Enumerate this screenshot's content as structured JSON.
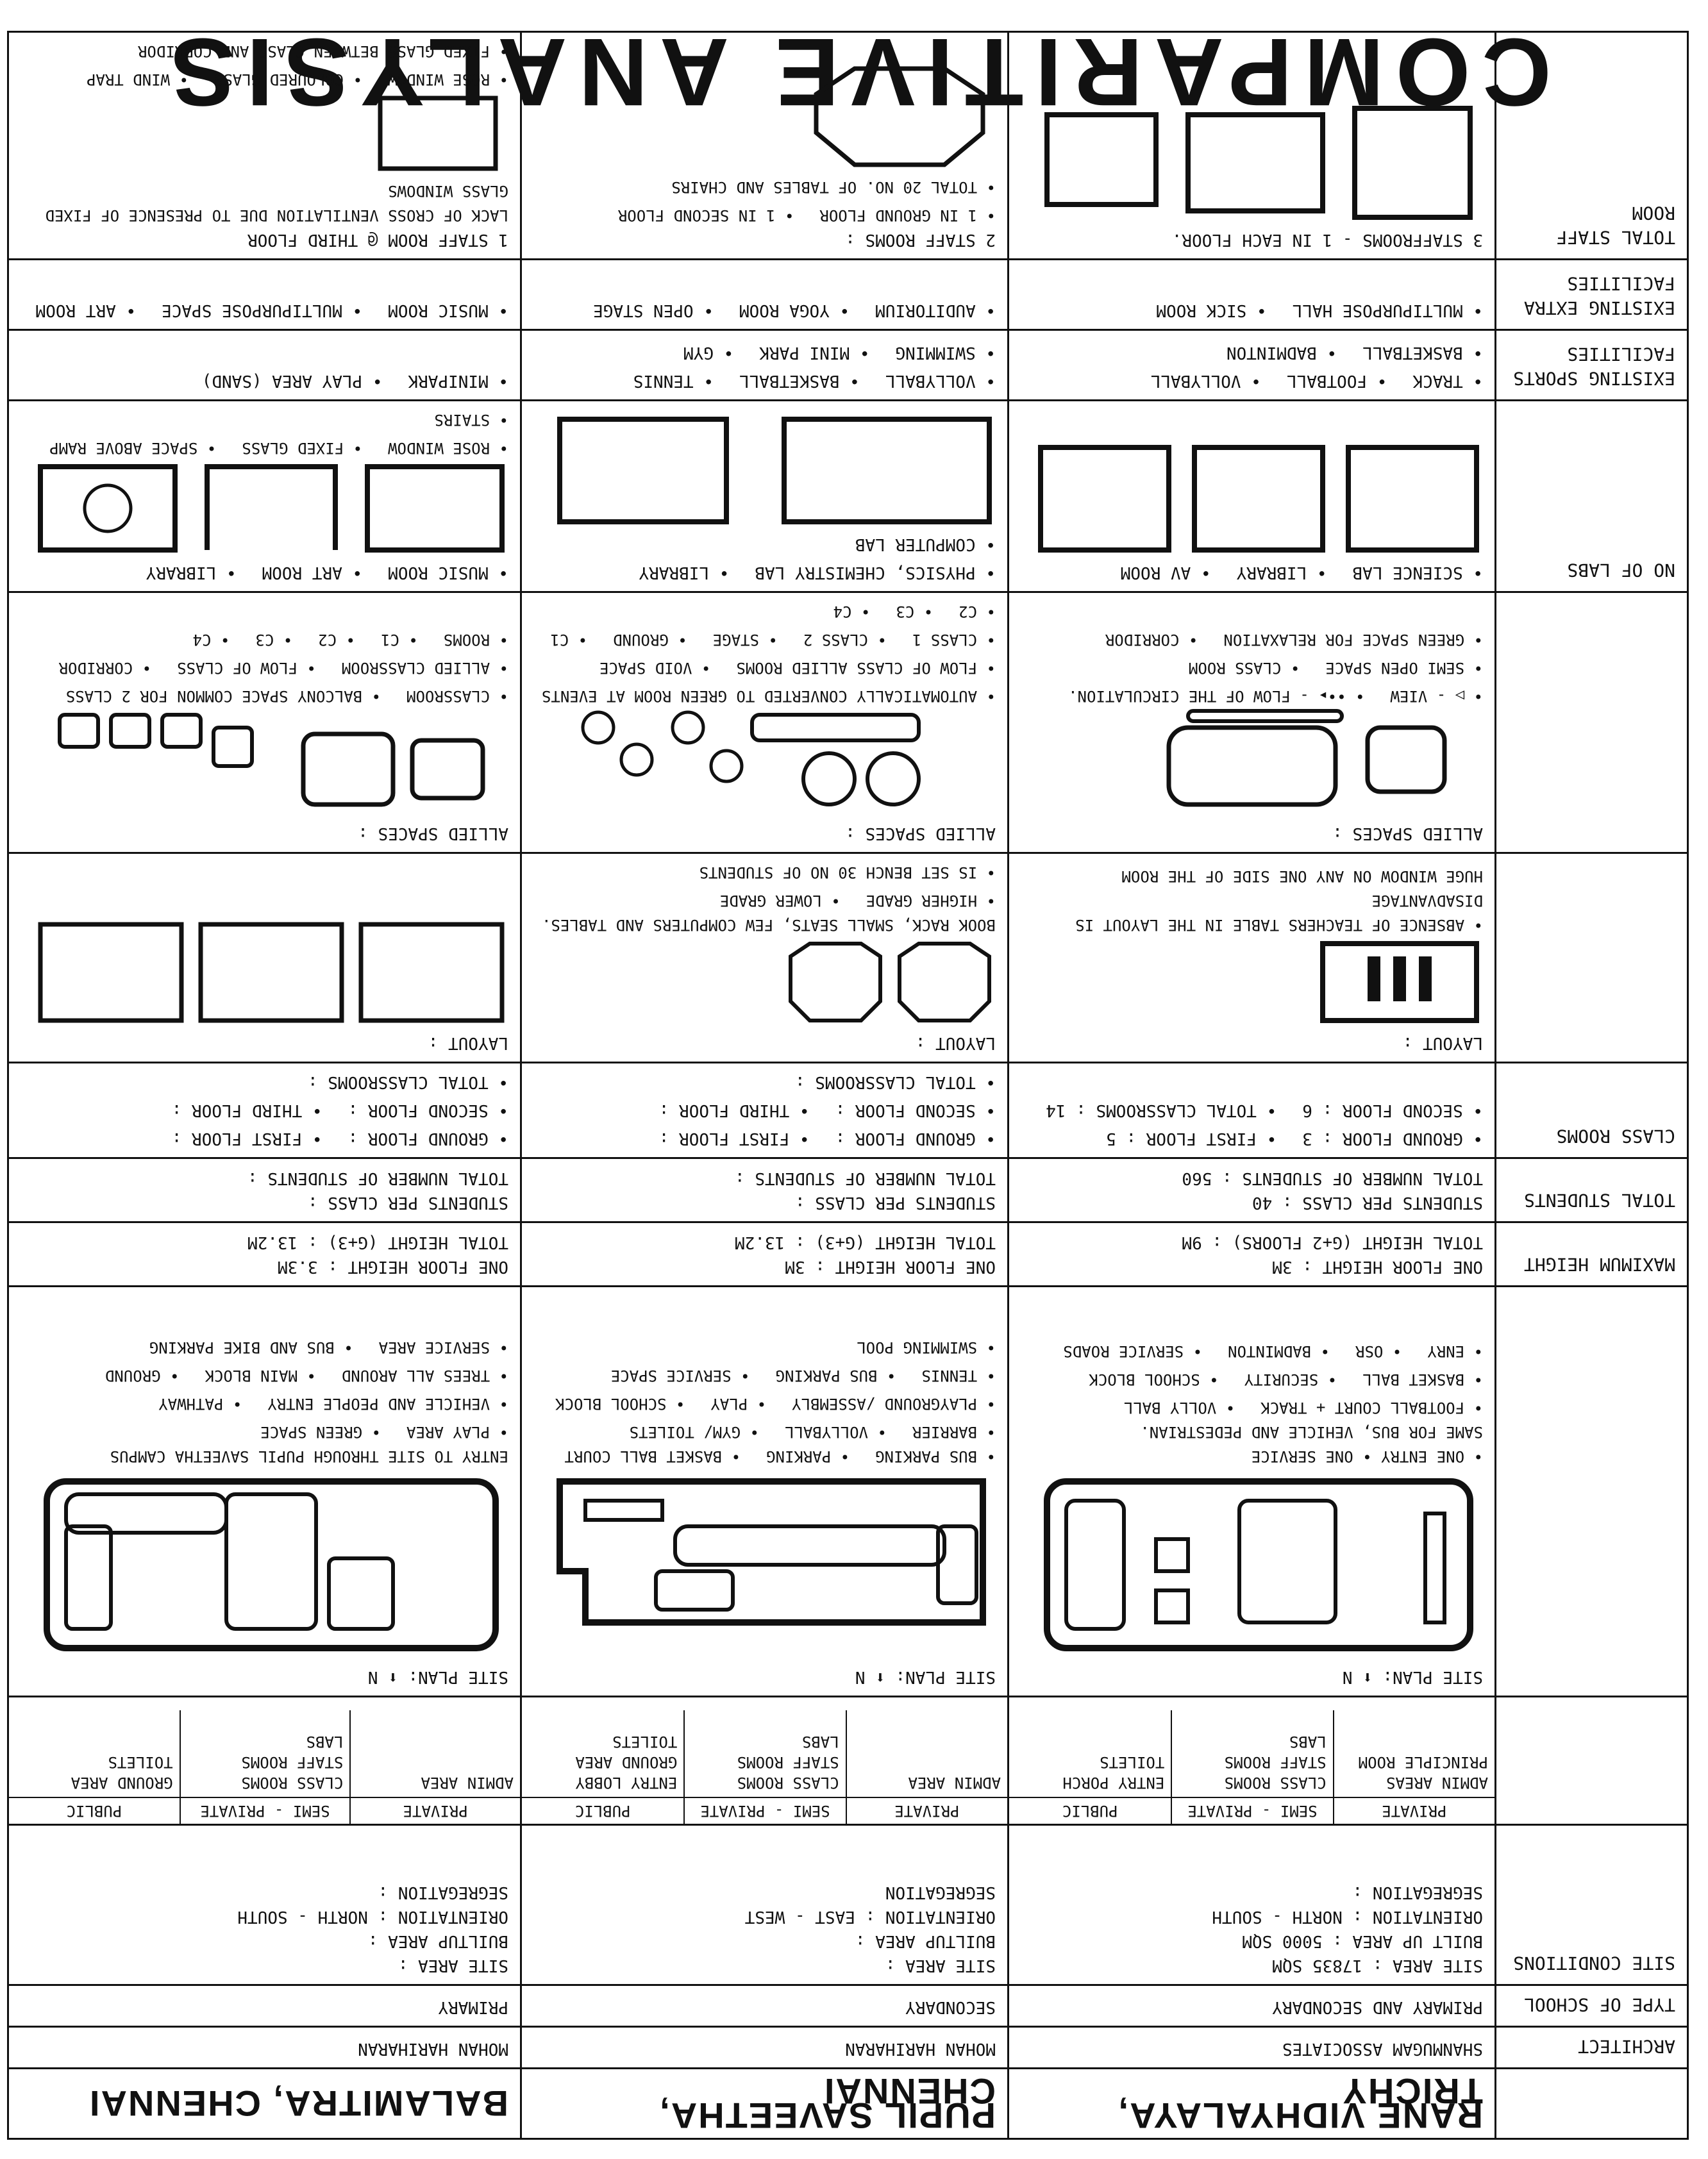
{
  "title": "COMPARITIVE ANALYSIS",
  "schools": [
    "RANE VIDHYALAYA, TRICHY",
    "PUPIL SAVEETHA, CHENNAI",
    "BALAMITRA, CHENNAI"
  ],
  "architect": {
    "label": "ARCHITECT",
    "values": [
      "SHANMUGAM ASSOCIATES",
      "MOHAN HARIHARAN",
      "MOHAN HARIHARAN"
    ]
  },
  "type_of_school": {
    "label": "TYPE OF SCHOOL",
    "values": [
      "PRIMARY AND SECONDARY",
      "SECONDARY",
      "PRIMARY"
    ]
  },
  "site_conditions": {
    "label": "SITE CONDITIONS",
    "cols": [
      [
        "SITE AREA : 17835 SQM",
        "BUILT UP AREA : 5000 SQM",
        "ORIENTATION : NORTH - SOUTH",
        "SEGREGATION :"
      ],
      [
        "SITE AREA :",
        "BUILTUP AREA :",
        "ORIENTATION : EAST - WEST",
        "SEGREGATION"
      ],
      [
        "SITE AREA :",
        "BUILTUP AREA :",
        "ORIENTATION : NORTH - SOUTH",
        "SEGREGATION :"
      ]
    ]
  },
  "segregation": {
    "headers": [
      "PRIVATE",
      "SEMI - PRIVATE",
      "PUBLIC"
    ],
    "cols": [
      [
        [
          "ADMIN AREAS",
          "PRINCIPLE ROOM"
        ],
        [
          "CLASS ROOMS",
          "STAFF ROOMS",
          "LABS"
        ],
        [
          "ENTRY PORCH",
          "TOILETS"
        ]
      ],
      [
        [
          "ADMIN AREA"
        ],
        [
          "CLASS ROOMS",
          "STAFF ROOMS",
          "LABS"
        ],
        [
          "ENTRY LOBBY",
          "GROUND AREA",
          "TOILETS"
        ]
      ],
      [
        [
          "ADMIN AREA"
        ],
        [
          "CLASS ROOMS",
          "STAFF ROOMS",
          "LABS"
        ],
        [
          "GROUND AREA",
          "TOILETS"
        ]
      ]
    ],
    "col3_headers": [
      "PRIVATE",
      "SEMI - PRIVATE",
      "PUBLIC"
    ]
  },
  "site_plan": {
    "label": "SITE PLAN:",
    "north": "N",
    "cols": [
      {
        "notes": [
          "SAME FOR BUS, VEHICLE AND PEDESTRIAN.",
          "• ONE ENTRY • ONE SERVICE"
        ],
        "labels": [
          "FOOTBALL COURT + TRACK",
          "VOLLY BALL",
          "BASKET BALL",
          "SECURITY",
          "SCHOOL BLOCK",
          "ENRY",
          "OSR",
          "BADMINTON",
          "SERVICE ROADS"
        ]
      },
      {
        "notes": [
          "BUS PARKING",
          "PARKING",
          "BASKET BALL COURT"
        ],
        "labels": [
          "BARRIER",
          "VOLLYBALL",
          "GYM/ TOILETS",
          "PLAYGROUND /ASSEMBLY",
          "PLAY",
          "SCHOOL BLOCK",
          "TENNIS",
          "BUS PARKING",
          "SERVICE SPACE",
          "SWIMMING POOL"
        ]
      },
      {
        "notes": [
          "ENTRY TO SITE THROUGH PUPIL SAVEETHA CAMPUS"
        ],
        "labels": [
          "PLAY AREA",
          "GREEN SPACE",
          "VEHICLE AND PEOPLE ENTRY",
          "PATHWAY",
          "TREES ALL AROUND",
          "MAIN BLOCK",
          "GROUND",
          "SERVICE AREA",
          "BUS AND BIKE PARKING"
        ]
      }
    ]
  },
  "maximum_height": {
    "label": "MAXIMUM HEIGHT",
    "cols": [
      [
        "ONE FLOOR HEIGHT : 3M",
        "TOTAL HEIGHT (G+2 FLOORS) : 9M"
      ],
      [
        "ONE FLOOR HEIGHT : 3M",
        "TOTAL HEIGHT (G+3) : 13.2M"
      ],
      [
        "ONE FLOOR HEIGHT : 3.3M",
        "TOTAL HEIGHT (G+3) : 13.2M"
      ]
    ]
  },
  "total_students": {
    "label": "TOTAL STUDENTS",
    "cols": [
      [
        "STUDENTS PER CLASS : 40",
        "TOTAL NUMBER OF STUDENTS : 560"
      ],
      [
        "STUDENTS PER CLASS :",
        "TOTAL NUMBER OF STUDENTS :"
      ],
      [
        "STUDENTS PER CLASS :",
        "TOTAL NUMBER OF STUDENTS :"
      ]
    ]
  },
  "class_rooms": {
    "label": "CLASS ROOMS",
    "cols": [
      [
        "GROUND FLOOR : 3",
        "FIRST FLOOR : 5",
        "SECOND FLOOR : 6",
        "TOTAL CLASSROOMS : 14"
      ],
      [
        "GROUND FLOOR :",
        "FIRST FLOOR :",
        "SECOND FLOOR :",
        "THIRD FLOOR :",
        "TOTAL CLASSROOMS :"
      ],
      [
        "GROUND FLOOR :",
        "FIRST FLOOR :",
        "SECOND FLOOR :",
        "THIRD FLOOR :",
        "TOTAL CLASSROOMS :"
      ]
    ]
  },
  "layout": {
    "label": "LAYOUT :",
    "cols": [
      [
        "• ABSENCE OF TEACHERS TABLE IN THE LAYOUT IS DISADVANTAGE",
        "HUGE WINDOW ON ANY ONE SIDE OF THE ROOM"
      ],
      [
        "BOOK RACK, SMALL SEATS, FEW COMPUTERS AND TABLES.",
        "HIGHER GRADE",
        "LOWER GRADE",
        "IS SET BENCH 30 NO OF STUDENTS"
      ],
      []
    ]
  },
  "allied_spaces": {
    "label": "ALLIED SPACES :",
    "cols": [
      [
        "▷ - VIEW",
        "••▸ - FLOW OF THE CIRCULATION.",
        "SEMI OPEN SPACE",
        "CLASS ROOM",
        "GREEN SPACE FOR RELAXATION",
        "CORRIDOR"
      ],
      [
        "AUTOMATICALLY CONVERTED TO GREEN ROOM AT EVENTS",
        "FLOW OF CLASS ALLIED ROOMS",
        "VOID SPACE",
        "CLASS 1",
        "CLASS 2",
        "STAGE",
        "GROUND",
        "C1",
        "C2",
        "C3",
        "C4"
      ],
      [
        "CLASSROOM",
        "BALCONY SPACE COMMON FOR 2 CLASS",
        "ALLIED CLASSROOM",
        "FLOW OF CLASS",
        "CORRIDOR",
        "ROOMS",
        "C1",
        "C2",
        "C3",
        "C4"
      ]
    ]
  },
  "no_of_labs": {
    "label": "NO OF LABS",
    "cols": [
      [
        "SCIENCE LAB",
        "LIBRARY",
        "AV ROOM"
      ],
      [
        "PHYSICS, CHEMISTRY LAB",
        "LIBRARY",
        "COMPUTER LAB"
      ],
      [
        "MUSIC ROOM",
        "ART ROOM",
        "LIBRARY"
      ]
    ],
    "sketch_notes": [
      "ROSE WINDOW",
      "FIXED GLASS",
      "SPACE ABOVE RAMP",
      "STAIRS"
    ]
  },
  "sports": {
    "label": "EXISTING SPORTS FACILITIES",
    "cols": [
      [
        "TRACK",
        "FOOTBALL",
        "VOLLYBALL",
        "BASKETBALL",
        "BADMINTON"
      ],
      [
        "VOLLYBALL",
        "BASKETBALL",
        "TENNIS",
        "SWIMMING",
        "MINI PARK",
        "GYM"
      ],
      [
        "MINIPARK",
        "PLAY AREA (SAND)"
      ]
    ]
  },
  "extra": {
    "label": "EXISTING EXTRA FACILITIES",
    "cols": [
      [
        "MULTIPURPOSE HALL",
        "SICK ROOM"
      ],
      [
        "AUDITORIUM",
        "YOGA ROOM",
        "OPEN STAGE"
      ],
      [
        "MUSIC ROOM",
        "MULTIPURPOSE SPACE",
        "ART ROOM"
      ]
    ]
  },
  "staff_room": {
    "label": "TOTAL STAFF ROOM",
    "cols": [
      [
        "3 STAFFROOMS - 1 IN EACH FLOOR."
      ],
      [
        "2 STAFF ROOMS :",
        "1 IN GROUND FLOOR",
        "1 IN SECOND FLOOR",
        "TOTAL 20 NO. OF TABLES AND CHAIRS"
      ],
      [
        "1 STAFF ROOM @ THIRD FLOOR",
        "LACK OF CROSS VENTILATION DUE TO PRESENCE OF FIXED GLASS WINDOWS",
        "ROSE WINDOW",
        "COLOURED GLASS",
        "WIND TRAP",
        "FIXED GLASS BETWEEN CLASS AND CORRIDOR"
      ]
    ]
  }
}
